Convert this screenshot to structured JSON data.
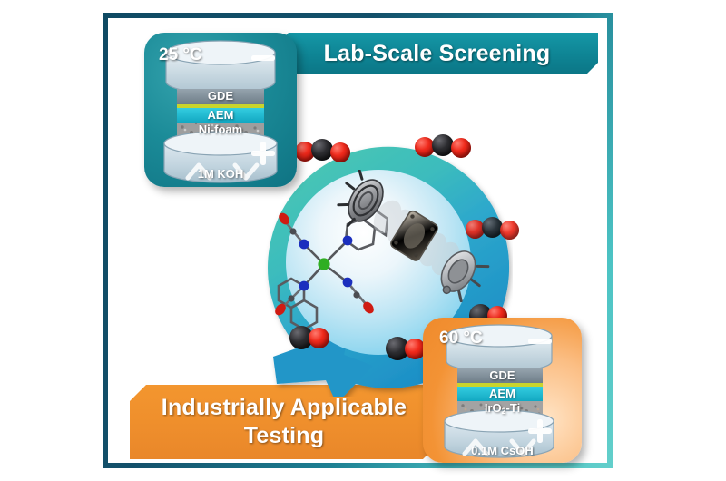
{
  "figure": {
    "type": "graphical-abstract",
    "topic": "CO2 electroreduction cell testing workflow"
  },
  "banners": {
    "top": {
      "label": "Lab-Scale Screening",
      "color": "#0e8494"
    },
    "bottom": {
      "line1": "Industrially Applicable",
      "line2": "Testing",
      "color": "#ef8f2c"
    }
  },
  "cells": {
    "lab": {
      "name": "lab-scale cell",
      "temperature": "25 °C",
      "cathode_sign": "−",
      "anode_sign": "+",
      "layers": [
        {
          "label": "GDE",
          "color": "#7f8c96"
        },
        {
          "label": "",
          "color": "#c8d22a"
        },
        {
          "label": "AEM",
          "color": "#1ebcd4"
        },
        {
          "label": "Ni-foam",
          "color": "#a9a9a9"
        }
      ],
      "electrolyte": "1M KOH",
      "card_color": "#1b8b98"
    },
    "industrial": {
      "name": "industrial cell",
      "temperature": "60 °C",
      "cathode_sign": "−",
      "anode_sign": "+",
      "layers": [
        {
          "label": "GDE",
          "color": "#7f8c96"
        },
        {
          "label": "",
          "color": "#c8d22a"
        },
        {
          "label": "AEM",
          "color": "#1ebcd4"
        },
        {
          "label": "IrO",
          "label_sub": "2",
          "label_tail": "-Ti",
          "color": "#a9a9a9"
        }
      ],
      "electrolyte": "0.1M CsOH",
      "card_color": "#f39335"
    }
  },
  "cycle": {
    "name": "reaction cycle arrow",
    "arrow_top_color": "#3dbdb3",
    "arrow_bottom_color": "#2196c8",
    "core_label": "",
    "reactant": "CO2",
    "product": "CO",
    "molecules": {
      "co2_count": 3,
      "co_count": 3,
      "oxygen_color": "#e0201a",
      "carbon_color": "#222226"
    },
    "inner_renders": [
      {
        "name": "catalyst-molecule",
        "description": "metal complex"
      },
      {
        "name": "electrolyzer-hardware",
        "description": "exploded cell stack"
      }
    ]
  },
  "frame": {
    "border_from": "#0f4a63",
    "border_to": "#63cfcb"
  }
}
